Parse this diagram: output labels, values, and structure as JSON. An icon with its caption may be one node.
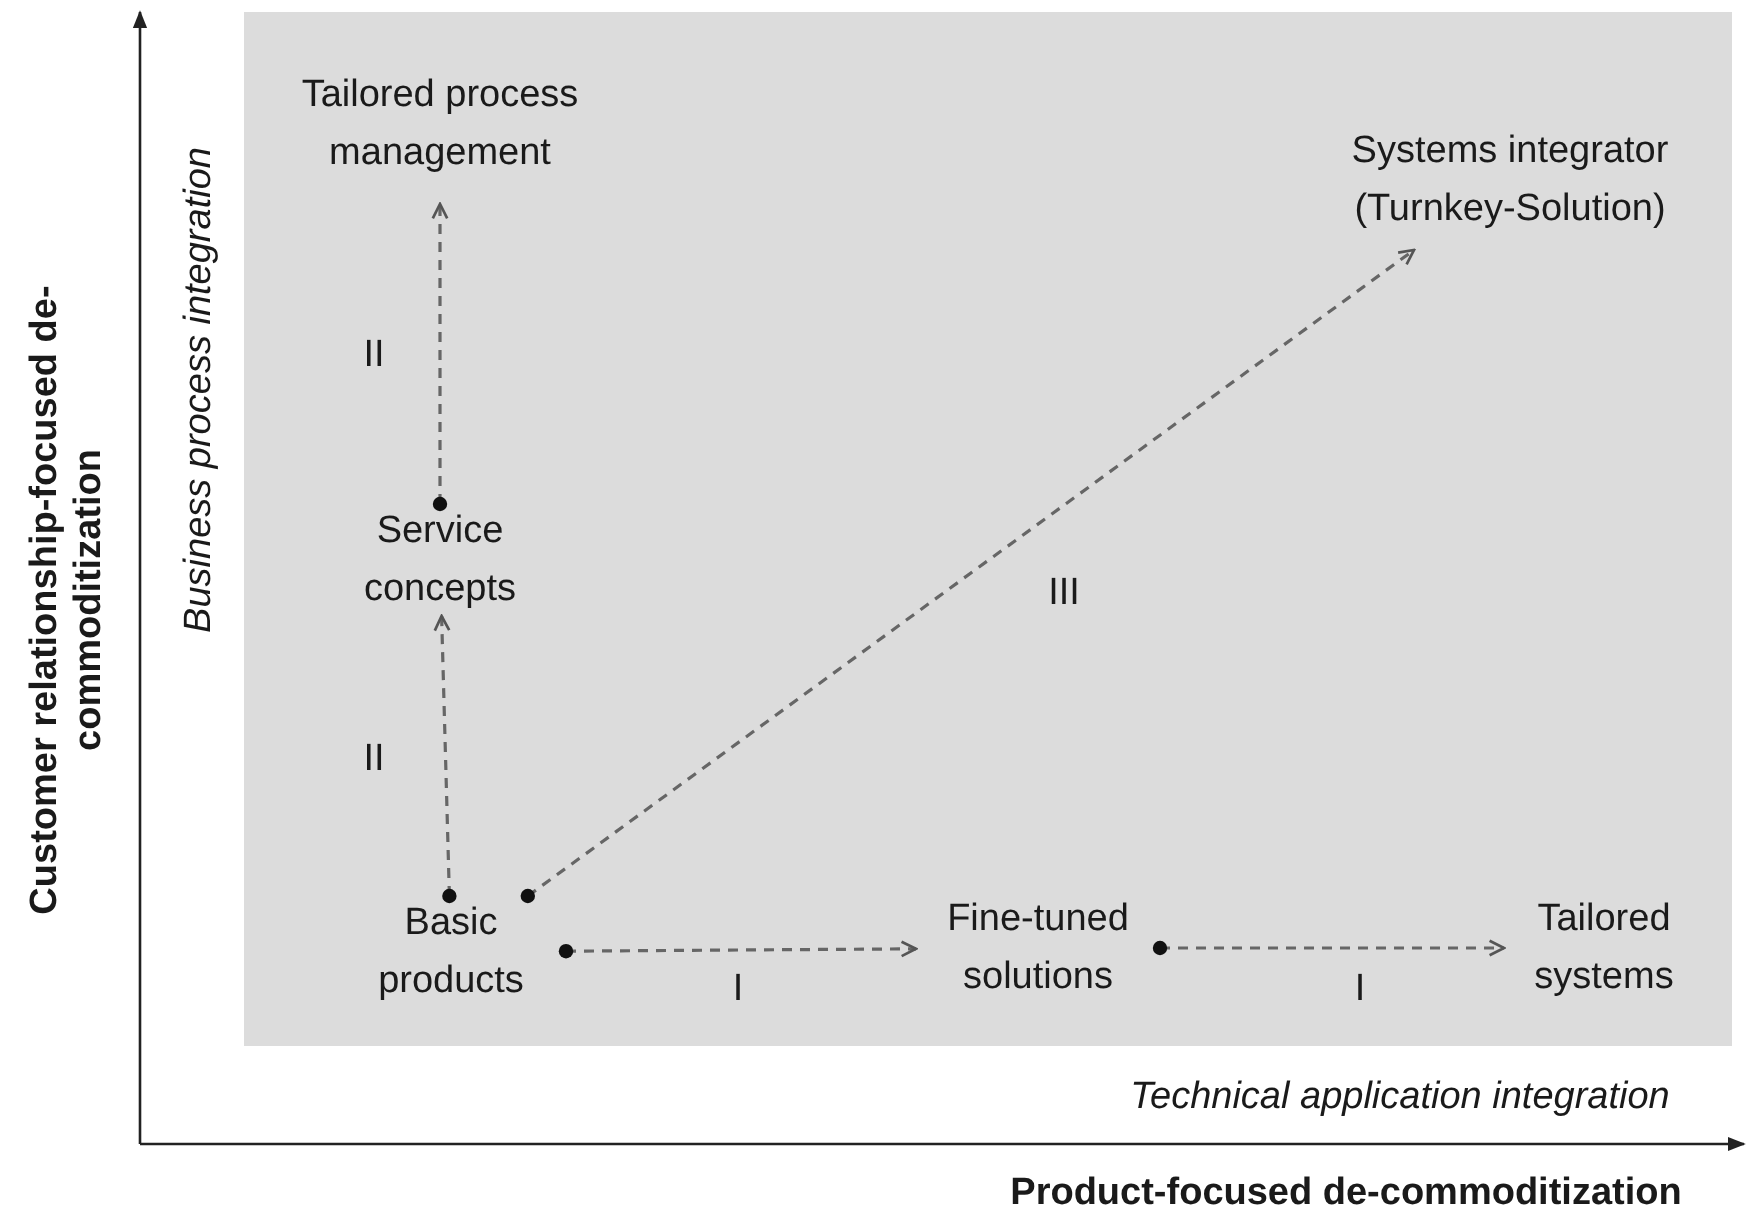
{
  "diagram": {
    "nodes": [
      {
        "text": [
          "Tailored process management"
        ]
      },
      {
        "text": [
          "Service concepts"
        ]
      },
      {
        "text": [
          "Basic products"
        ]
      },
      {
        "text": [
          "Fine-tuned solutions"
        ]
      },
      {
        "text": [
          "Tailored systems"
        ]
      },
      {
        "text": [
          "Systems integrator (Turnkey-Solution)"
        ]
      }
    ],
    "edges": [
      {
        "from": 2,
        "to": 1,
        "arrow": "to",
        "style": "dashed"
      },
      {
        "from": 1,
        "to": 0,
        "arrow": "to",
        "style": "dashed"
      },
      {
        "from": 2,
        "to": 3,
        "arrow": "to",
        "style": "dashed"
      },
      {
        "from": 3,
        "to": 4,
        "arrow": "to",
        "style": "dashed"
      },
      {
        "from": 2,
        "to": 5,
        "arrow": "to",
        "style": "dashed"
      }
    ],
    "labels": [
      "Customer relationship-focused de-commoditization",
      "Business process integration",
      "II",
      "II",
      "III",
      "I",
      "I",
      "Technical application integration",
      "Product-focused de-commoditization"
    ]
  }
}
